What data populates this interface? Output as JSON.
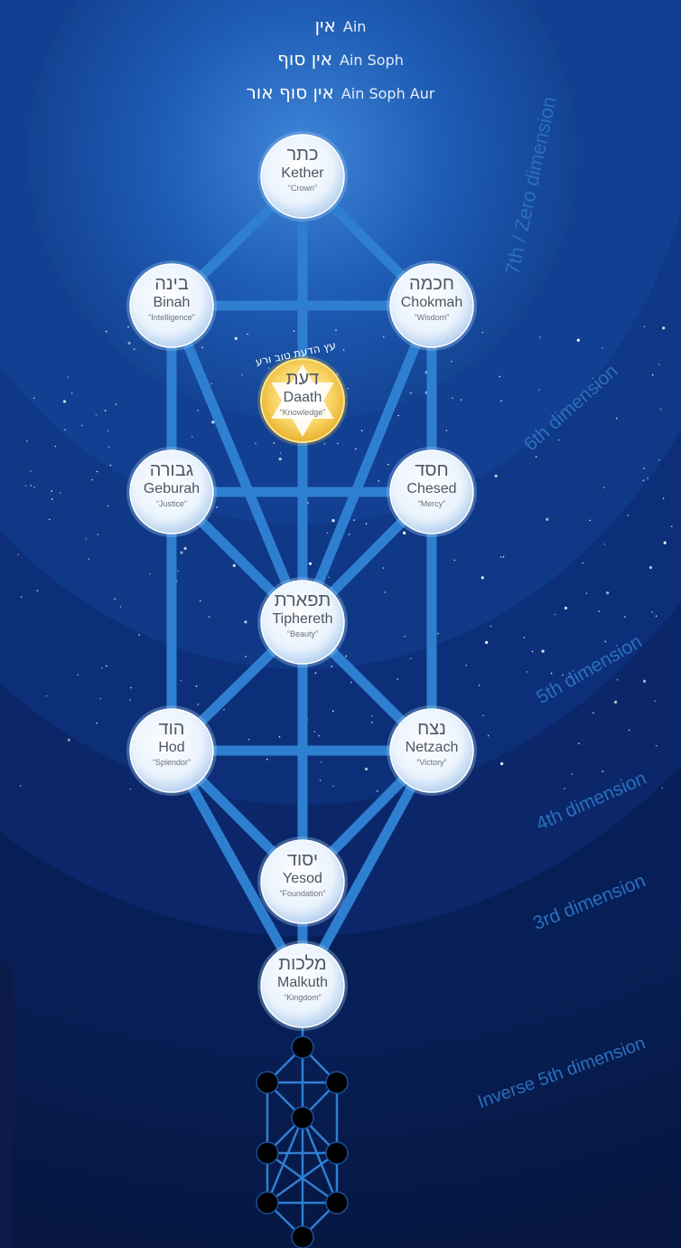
{
  "header": [
    {
      "hebrew": "אין",
      "latin": "Ain"
    },
    {
      "hebrew": "אין סוף",
      "latin": "Ain Soph"
    },
    {
      "hebrew": "אין סוף אור",
      "latin": "Ain Soph Aur"
    }
  ],
  "sephiroth": {
    "kether": {
      "hebrew": "כתר",
      "name": "Kether",
      "translation": "“Crown”"
    },
    "binah": {
      "hebrew": "בינה",
      "name": "Binah",
      "translation": "“Intelligence”"
    },
    "chokmah": {
      "hebrew": "חכמה",
      "name": "Chokmah",
      "translation": "“Wisdom”"
    },
    "daath": {
      "hebrew": "דעת",
      "name": "Daath",
      "translation": "“Knowledge”"
    },
    "geburah": {
      "hebrew": "גבורה",
      "name": "Geburah",
      "translation": "“Justice”"
    },
    "chesed": {
      "hebrew": "חסד",
      "name": "Chesed",
      "translation": "“Mercy”"
    },
    "tiphereth": {
      "hebrew": "תפארת",
      "name": "Tiphereth",
      "translation": "“Beauty”"
    },
    "hod": {
      "hebrew": "הוד",
      "name": "Hod",
      "translation": "“Splendor”"
    },
    "netzach": {
      "hebrew": "נצח",
      "name": "Netzach",
      "translation": "“Victory”"
    },
    "yesod": {
      "hebrew": "יסוד",
      "name": "Yesod",
      "translation": "“Foundation”"
    },
    "malkuth": {
      "hebrew": "מלכות",
      "name": "Malkuth",
      "translation": "“Kingdom”"
    }
  },
  "daath_arc_label": "עץ הדעת טוב ורע",
  "dimensions": {
    "d7": "7th / Zero dimension",
    "d6": "6th dimension",
    "d5": "5th dimension",
    "d4": "4th dimension",
    "d3": "3rd dimension",
    "inv5": "Inverse 5th dimension"
  },
  "colors": {
    "background": "#071a45",
    "path": "#2f7fd0",
    "sphere": "#eaf3fd",
    "daath": "#f4c23a",
    "dimension_text": "#2a6fbf",
    "qliphoth_node": "#000000"
  }
}
